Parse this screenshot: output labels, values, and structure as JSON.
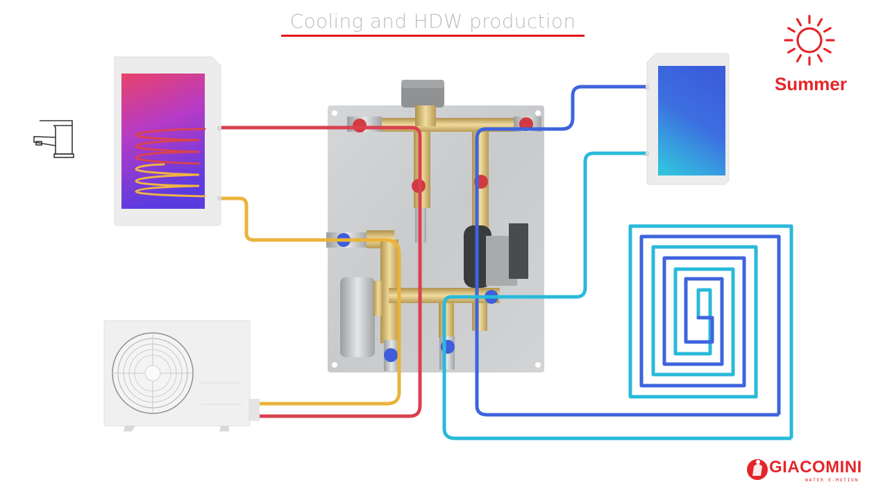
{
  "header": {
    "title": "Cooling and HDW production"
  },
  "season": {
    "label": "Summer",
    "icon": "sun-icon"
  },
  "brand": {
    "name": "GIACOMINI",
    "tagline": "WATER E-MOTION",
    "color": "#e3262a"
  },
  "components": {
    "faucet": "faucet-icon",
    "dhw_tank": "domestic-hot-water-storage-tank",
    "heat_pump": "outdoor-heat-pump-unit",
    "hydraulic_module": "hydraulic-module-panel",
    "fan_coil": "fan-coil-unit",
    "radiant_floor": "radiant-floor-coil"
  },
  "pipe_colors": {
    "hot_supply": "#d9414f",
    "hot_return": "#eab33b",
    "cold_supply": "#3e64dd",
    "cold_return": "#2ab9da"
  }
}
